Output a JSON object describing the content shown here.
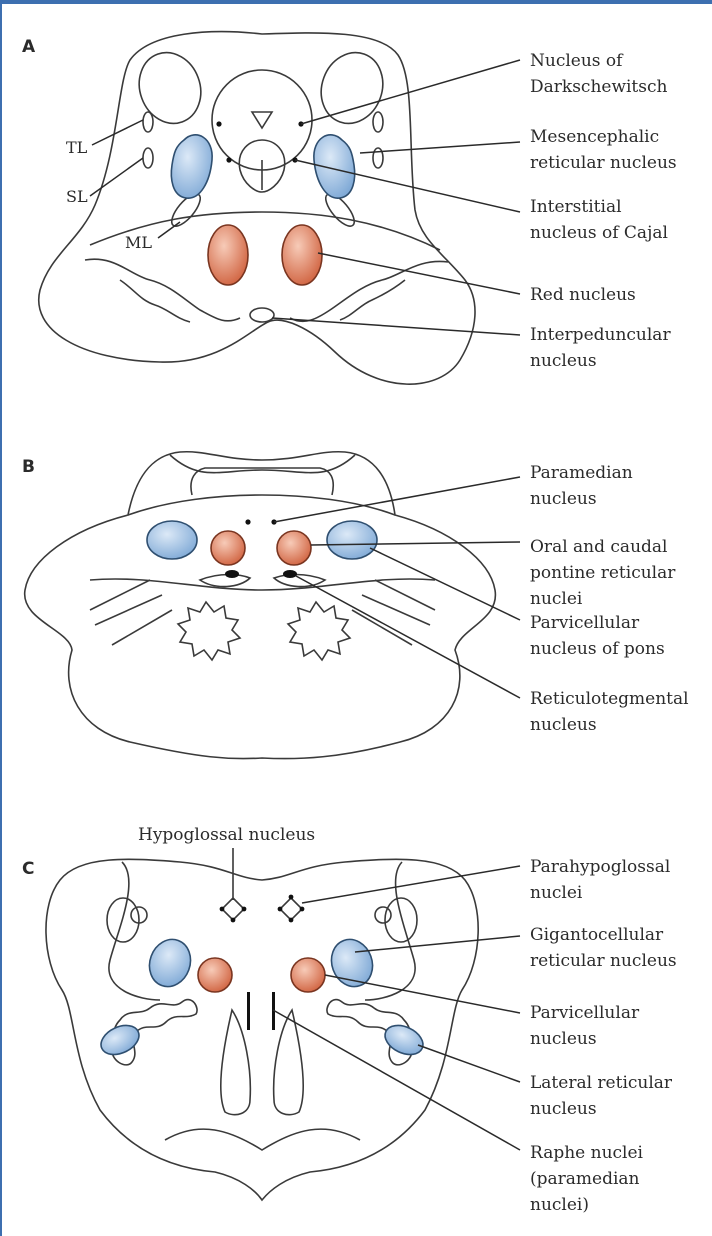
{
  "colors": {
    "blue_nucleus": "#8fb8e0",
    "red_nucleus": "#dd7a5c",
    "frame": "#3d6fb0"
  },
  "panels": [
    {
      "letter": "A",
      "side_labels": [
        "TL",
        "SL",
        "ML"
      ],
      "labels": [
        {
          "line1": "Nucleus of",
          "line2": "Darkschewitsch"
        },
        {
          "line1": "Mesencephalic",
          "line2": "reticular nucleus"
        },
        {
          "line1": "Interstitial",
          "line2": "nucleus of Cajal"
        },
        {
          "line1": "Red nucleus",
          "line2": ""
        },
        {
          "line1": "Interpeduncular",
          "line2": "nucleus"
        }
      ]
    },
    {
      "letter": "B",
      "labels": [
        {
          "line1": "Paramedian",
          "line2": "nucleus",
          "line3": ""
        },
        {
          "line1": "Oral and caudal",
          "line2": "pontine reticular",
          "line3": "nuclei"
        },
        {
          "line1": "Parvicellular",
          "line2": "nucleus of pons",
          "line3": ""
        },
        {
          "line1": "Reticulotegmental",
          "line2": "nucleus",
          "line3": ""
        }
      ]
    },
    {
      "letter": "C",
      "top_label": "Hypoglossal nucleus",
      "labels": [
        {
          "line1": "Parahypoglossal",
          "line2": "nuclei",
          "line3": ""
        },
        {
          "line1": "Gigantocellular",
          "line2": "reticular nucleus",
          "line3": ""
        },
        {
          "line1": "Parvicellular",
          "line2": "nucleus",
          "line3": ""
        },
        {
          "line1": "Lateral reticular",
          "line2": "nucleus",
          "line3": ""
        },
        {
          "line1": "Raphe nuclei",
          "line2": "(paramedian",
          "line3": "nuclei)"
        }
      ]
    }
  ]
}
